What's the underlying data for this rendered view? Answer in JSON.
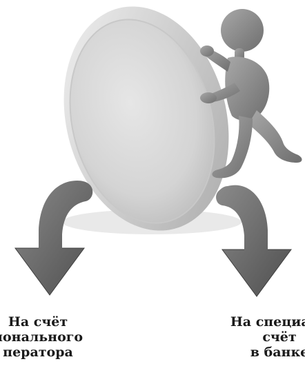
{
  "illustration": {
    "subject": "coin-and-figure",
    "icons": [
      "coin-icon",
      "figure-icon",
      "arrow-left-icon",
      "arrow-right-icon"
    ]
  },
  "captions": {
    "left": {
      "line1": "На счёт",
      "line2": "ионального",
      "line3": "ператора"
    },
    "right": {
      "line1": "На специали",
      "line2": "счёт",
      "line3": "в банке"
    }
  },
  "colors": {
    "coin_face": "#d9d9d9",
    "coin_rim": "#bfbfbf",
    "figure": "#8c8c8c",
    "arrow": "#6b6b6b",
    "text": "#1a1a1a"
  }
}
